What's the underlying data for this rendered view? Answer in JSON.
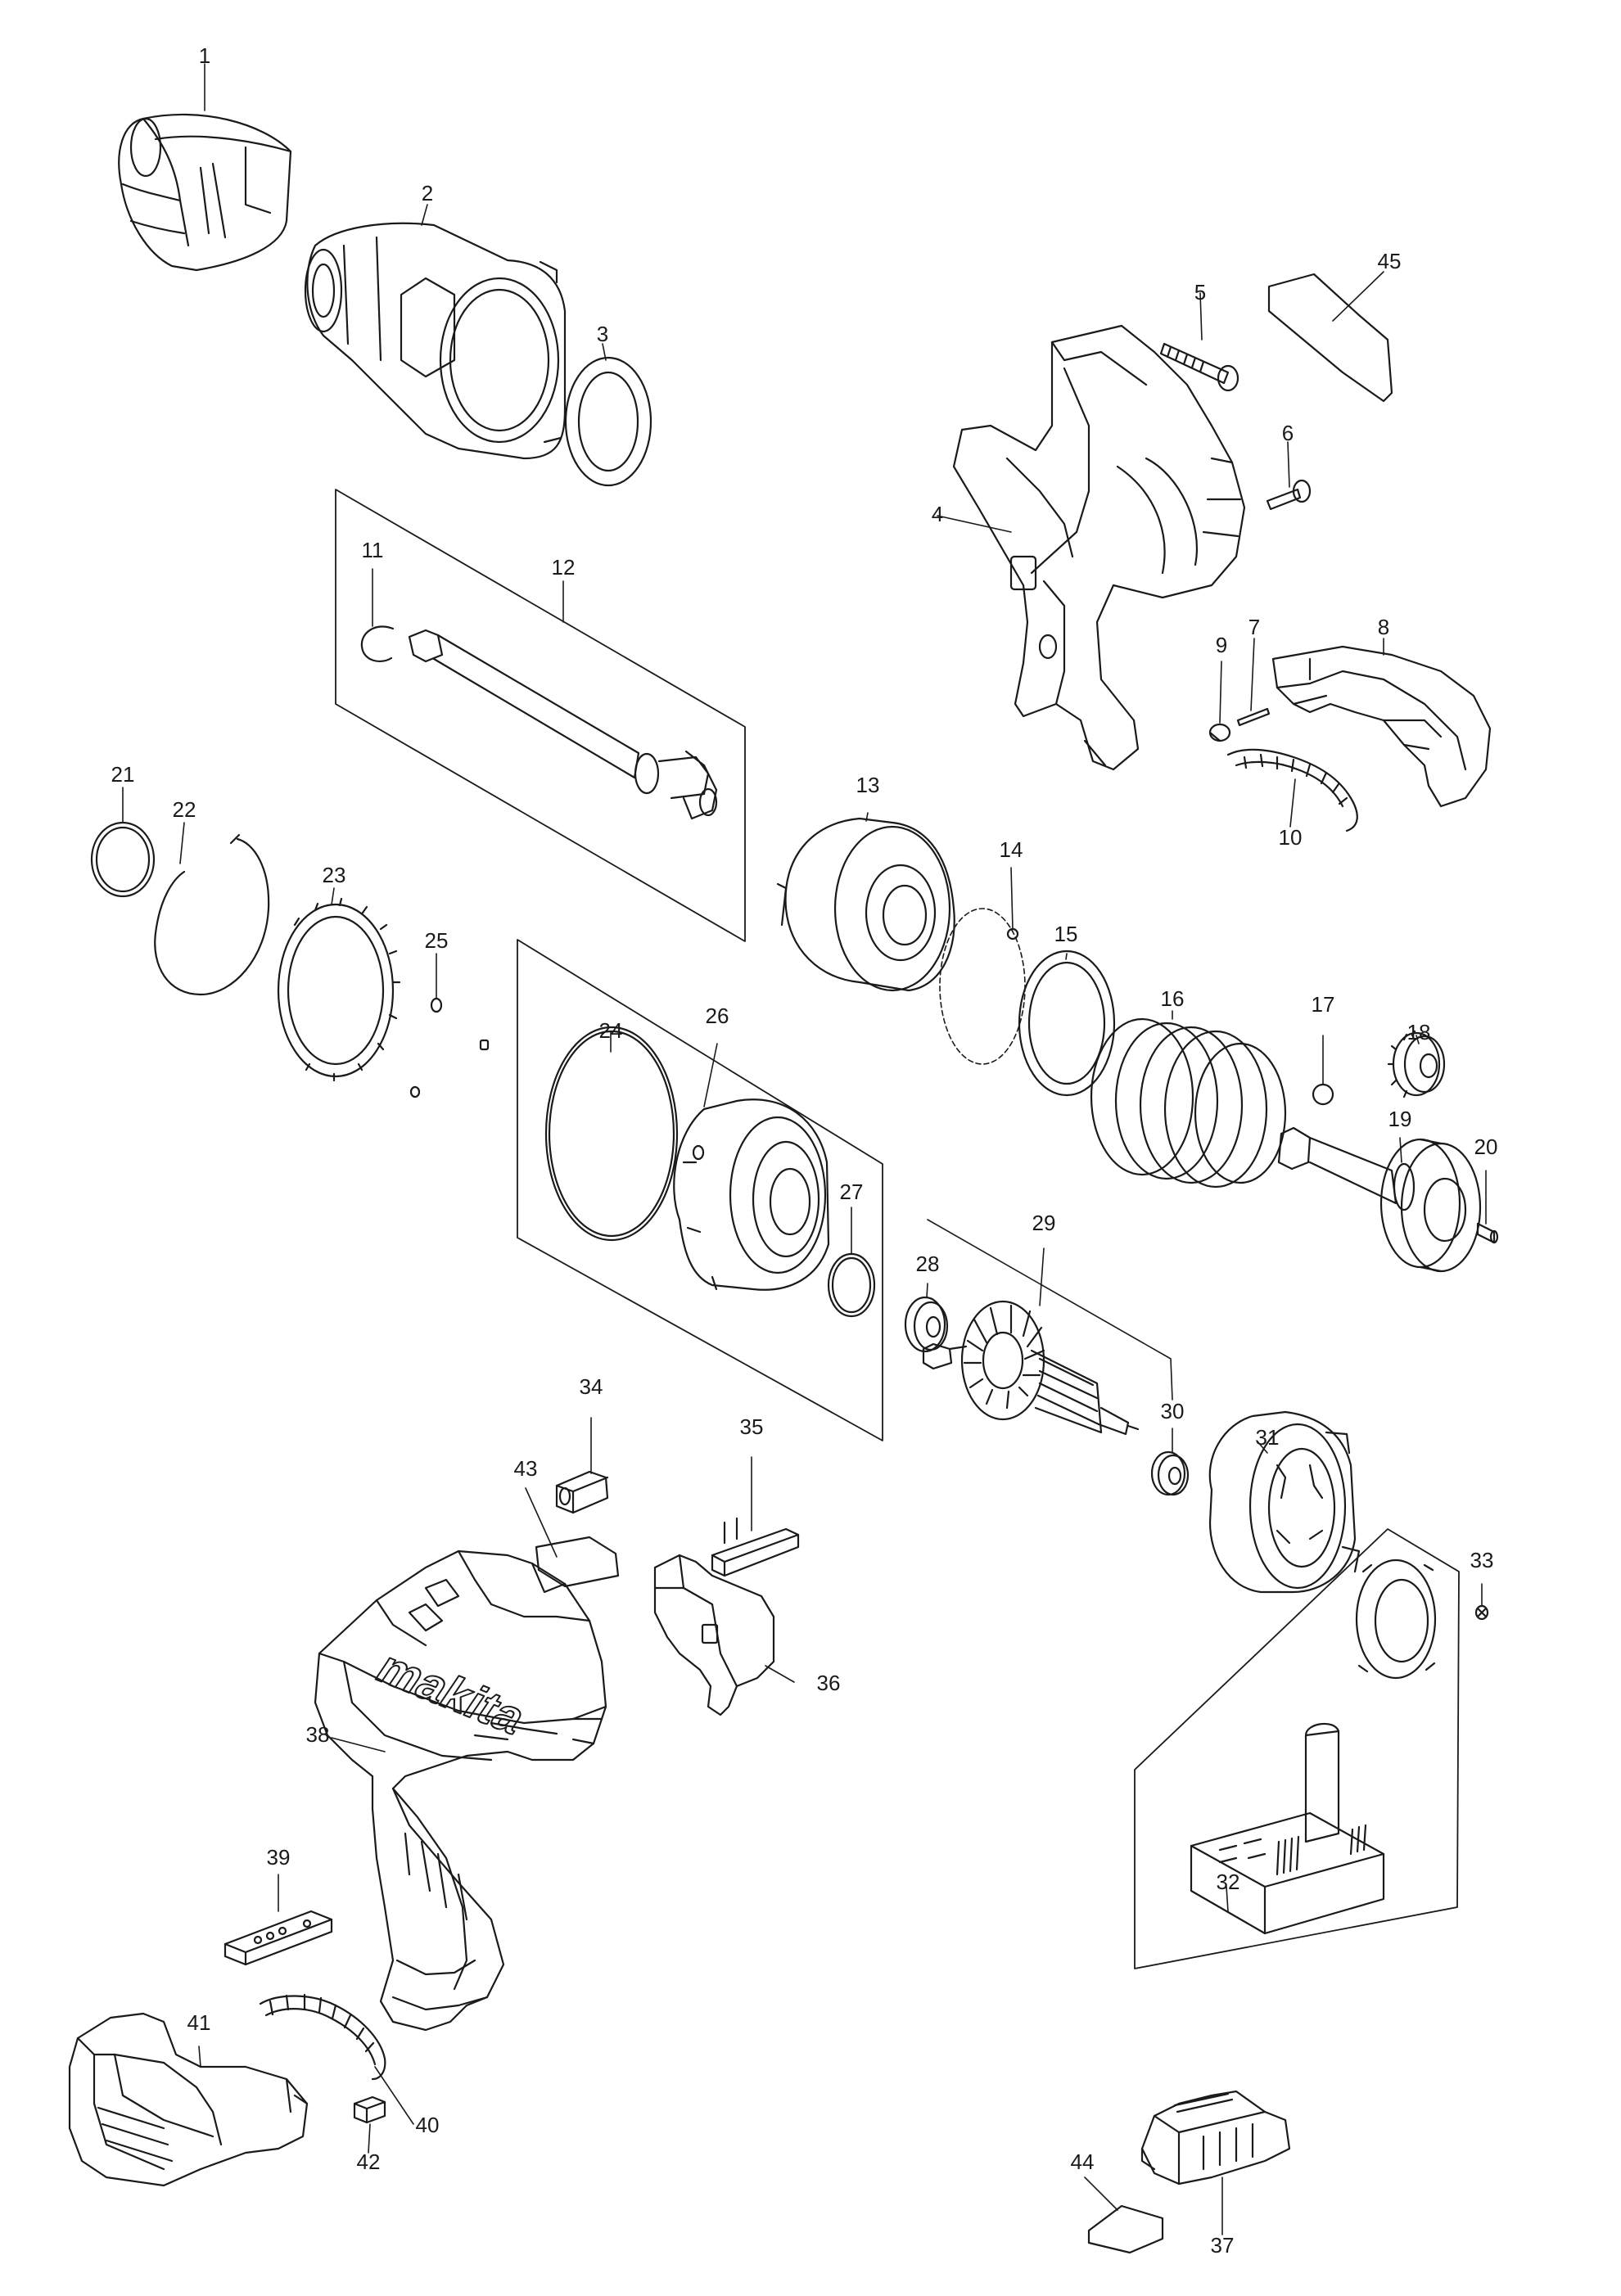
{
  "diagram": {
    "parts": [
      {
        "id": "1",
        "label": "1"
      },
      {
        "id": "2",
        "label": "2"
      },
      {
        "id": "3",
        "label": "3"
      },
      {
        "id": "4",
        "label": "4"
      },
      {
        "id": "5",
        "label": "5"
      },
      {
        "id": "6",
        "label": "6"
      },
      {
        "id": "7",
        "label": "7"
      },
      {
        "id": "8",
        "label": "8"
      },
      {
        "id": "9",
        "label": "9"
      },
      {
        "id": "10",
        "label": "10"
      },
      {
        "id": "11",
        "label": "11"
      },
      {
        "id": "12",
        "label": "12"
      },
      {
        "id": "13",
        "label": "13"
      },
      {
        "id": "14",
        "label": "14"
      },
      {
        "id": "15",
        "label": "15"
      },
      {
        "id": "16",
        "label": "16"
      },
      {
        "id": "17",
        "label": "17"
      },
      {
        "id": "18",
        "label": "18"
      },
      {
        "id": "19",
        "label": "19"
      },
      {
        "id": "20",
        "label": "20"
      },
      {
        "id": "21",
        "label": "21"
      },
      {
        "id": "22",
        "label": "22"
      },
      {
        "id": "23",
        "label": "23"
      },
      {
        "id": "24",
        "label": "24"
      },
      {
        "id": "25",
        "label": "25"
      },
      {
        "id": "26",
        "label": "26"
      },
      {
        "id": "27",
        "label": "27"
      },
      {
        "id": "28",
        "label": "28"
      },
      {
        "id": "29",
        "label": "29"
      },
      {
        "id": "30",
        "label": "30"
      },
      {
        "id": "31",
        "label": "31"
      },
      {
        "id": "32",
        "label": "32"
      },
      {
        "id": "33",
        "label": "33"
      },
      {
        "id": "34",
        "label": "34"
      },
      {
        "id": "35",
        "label": "35"
      },
      {
        "id": "36",
        "label": "36"
      },
      {
        "id": "37",
        "label": "37"
      },
      {
        "id": "38",
        "label": "38"
      },
      {
        "id": "39",
        "label": "39"
      },
      {
        "id": "40",
        "label": "40"
      },
      {
        "id": "41",
        "label": "41"
      },
      {
        "id": "42",
        "label": "42"
      },
      {
        "id": "43",
        "label": "43"
      },
      {
        "id": "44",
        "label": "44"
      },
      {
        "id": "45",
        "label": "45"
      }
    ],
    "brand_text": "makita"
  },
  "colors": {
    "line": "#1a1a1a",
    "background": "#ffffff"
  }
}
